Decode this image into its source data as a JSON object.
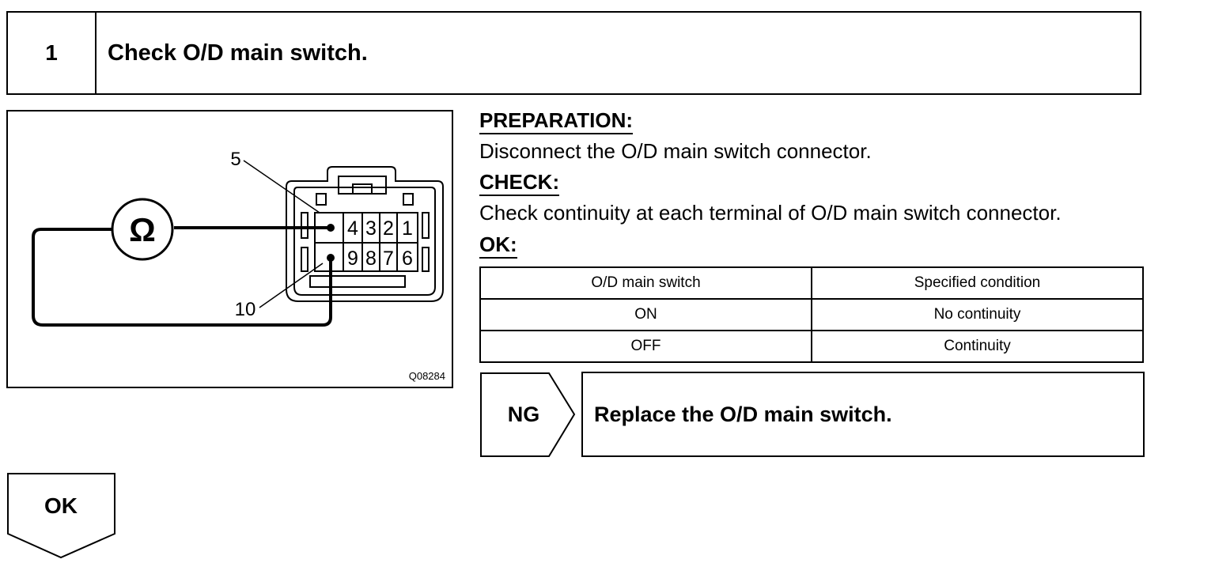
{
  "step": {
    "number": "1",
    "title": "Check O/D main switch."
  },
  "diagram": {
    "code": "Q08284",
    "meter_symbol": "Ω",
    "callout_top": "5",
    "callout_bottom": "10",
    "pins_top_row": [
      "4",
      "3",
      "2",
      "1"
    ],
    "pins_bottom_row": [
      "9",
      "8",
      "7",
      "6"
    ]
  },
  "preparation": {
    "heading": "PREPARATION:",
    "text": "Disconnect the O/D main switch connector."
  },
  "check": {
    "heading": "CHECK:",
    "text": "Check continuity at each terminal of O/D main switch connector."
  },
  "ok_section": {
    "heading": "OK:"
  },
  "table": {
    "headers": [
      "O/D main switch",
      "Specified condition"
    ],
    "rows": [
      [
        "ON",
        "No continuity"
      ],
      [
        "OFF",
        "Continuity"
      ]
    ]
  },
  "ng_result": {
    "label": "NG",
    "action": "Replace the O/D main switch."
  },
  "ok_result": {
    "label": "OK"
  }
}
